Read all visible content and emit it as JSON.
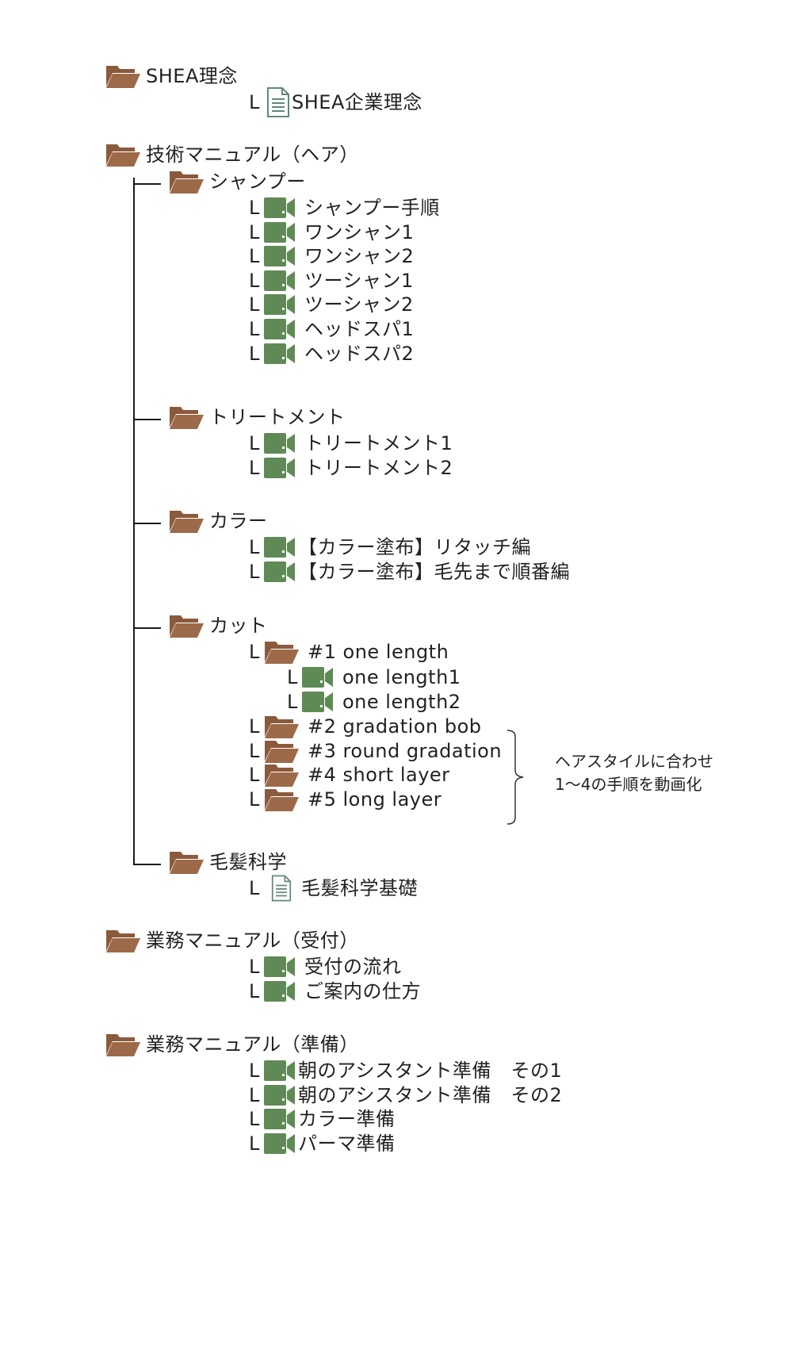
{
  "tree": {
    "shea": {
      "label": "SHEA理念",
      "children": [
        "SHEA企業理念"
      ]
    },
    "gijutsu": {
      "label": "技術マニュアル（ヘア）",
      "shampoo": {
        "label": "シャンプー",
        "children": [
          "シャンプー手順",
          "ワンシャン1",
          "ワンシャン2",
          "ツーシャン1",
          "ツーシャン2",
          "ヘッドスパ1",
          "ヘッドスパ2"
        ]
      },
      "treatment": {
        "label": "トリートメント",
        "children": [
          "トリートメント1",
          "トリートメント2"
        ]
      },
      "color": {
        "label": "カラー",
        "children": [
          "【カラー塗布】リタッチ編",
          "【カラー塗布】毛先まで順番編"
        ]
      },
      "cut": {
        "label": "カット",
        "one_length": {
          "label": "#1 one length",
          "children": [
            "one length1",
            "one length2"
          ]
        },
        "folders": [
          "#2 gradation bob",
          "#3 round gradation",
          "#4 short layer",
          "#5 long layer"
        ],
        "note": [
          "ヘアスタイルに合わせ",
          "1～4の手順を動画化"
        ]
      },
      "science": {
        "label": "毛髪科学",
        "children": [
          "毛髪科学基礎"
        ]
      }
    },
    "uketsuke": {
      "label": "業務マニュアル（受付）",
      "children": [
        "受付の流れ",
        "ご案内の仕方"
      ]
    },
    "junbi": {
      "label": "業務マニュアル（準備）",
      "children": [
        "朝のアシスタント準備　その1",
        "朝のアシスタント準備　その2",
        "カラー準備",
        "パーマ準備"
      ]
    }
  },
  "branch_marker": "L",
  "icons": {
    "folder": "folder-open-icon",
    "video": "video-camera-icon",
    "document": "document-icon"
  },
  "colors": {
    "folder": "#8b5a3c",
    "video": "#5f8a55",
    "document": "#5f8a7a",
    "line": "#1a1a1a"
  }
}
